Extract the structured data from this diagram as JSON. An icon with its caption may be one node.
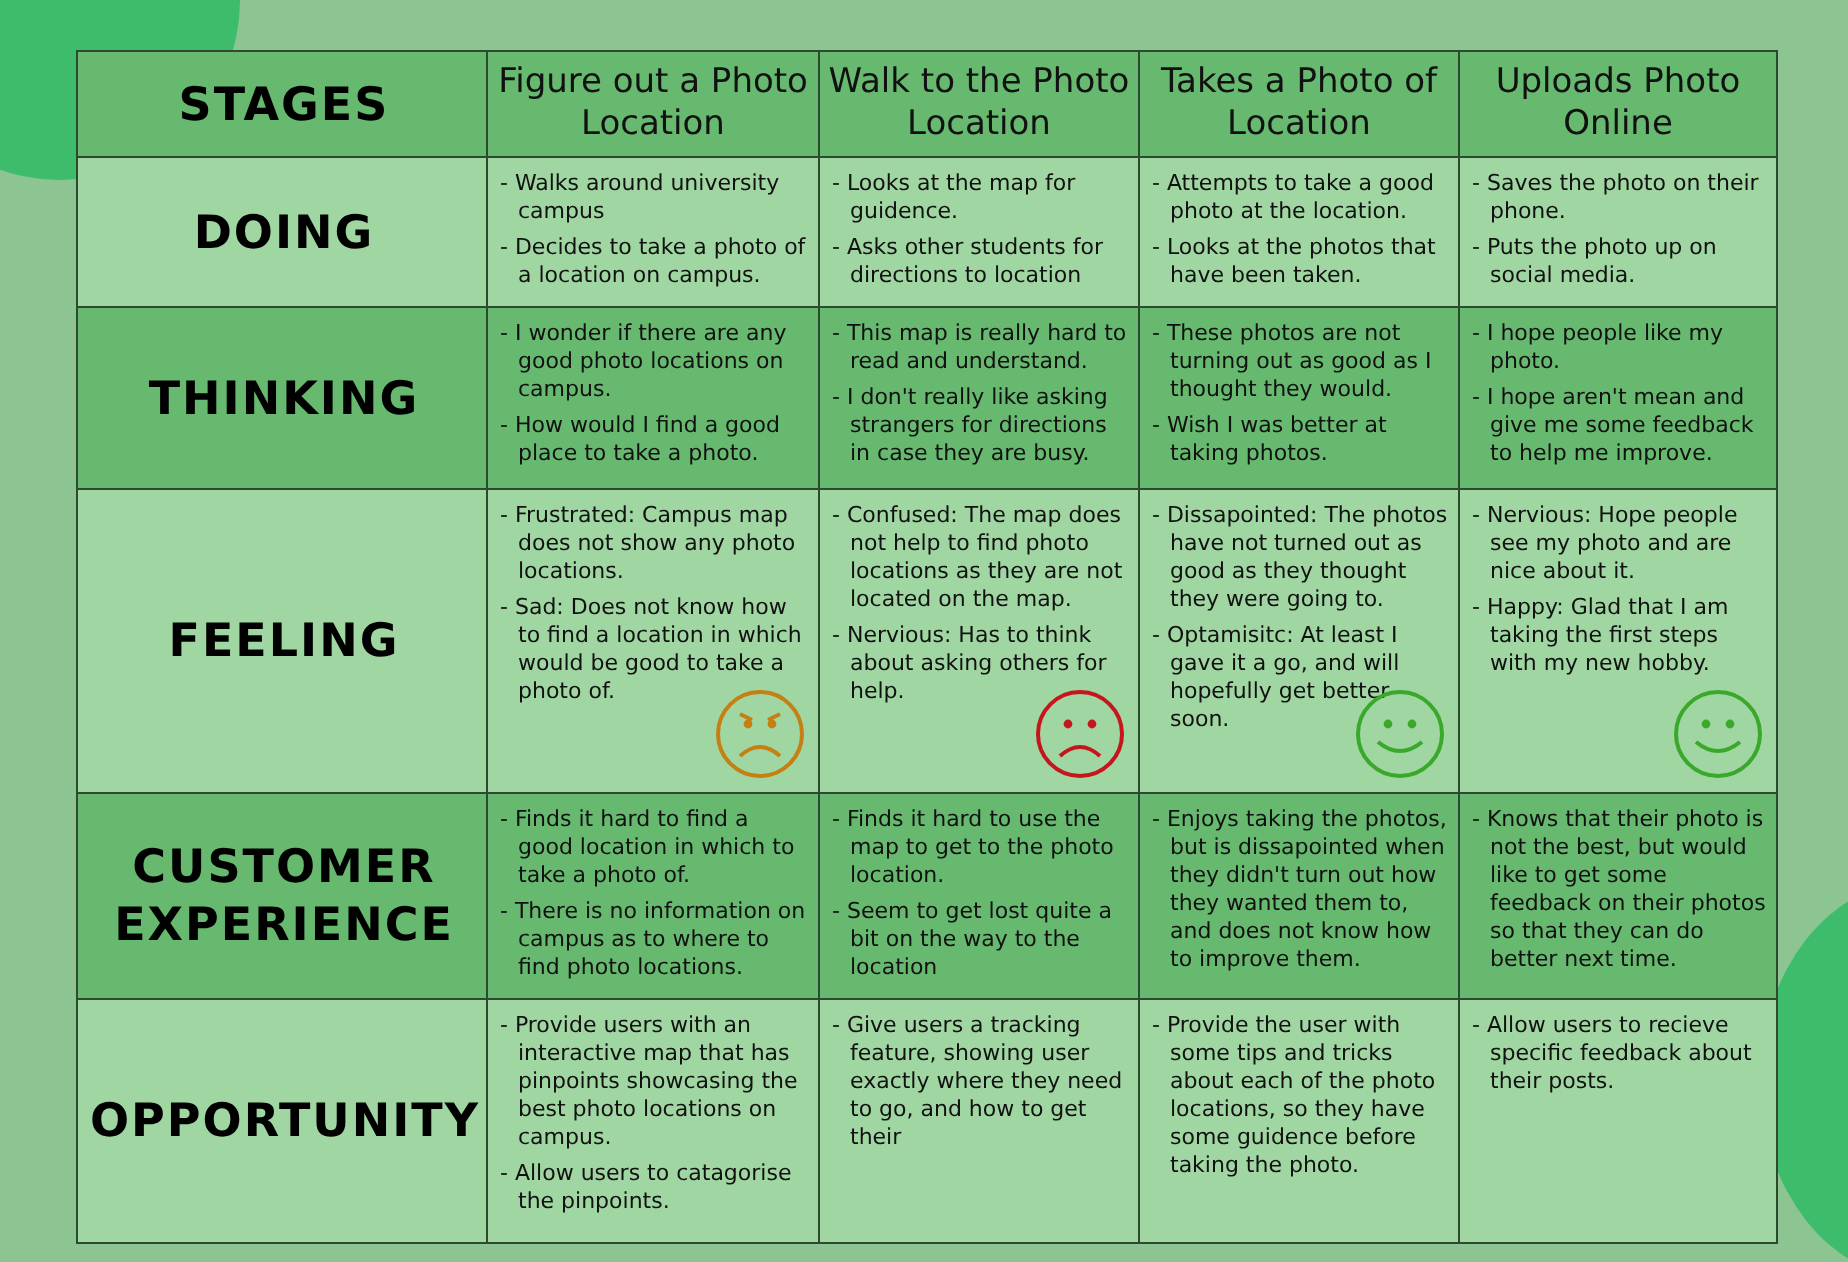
{
  "diagram": {
    "labels": [
      "STAGES",
      "Figure out a Photo Location",
      "Walk to the Photo Location",
      "Takes a Photo of Location",
      "Uploads Photo Online",
      "DOING",
      "- Walks around university campus",
      "- Decides to take a photo of a location on campus.",
      "- Looks at the map for guidence.",
      "- Asks other students for directions to location",
      "- Attempts to take a good photo at the location.",
      "- Looks at the photos that have been taken.",
      "- Saves the photo on their phone.",
      "- Puts the photo up on social media.",
      "THINKING",
      "- I wonder if there are any good photo locations on campus.",
      "- How would I find a good place to take a photo.",
      "- This map is really hard to read and understand.",
      "- I don't really like asking strangers for directions in case they are busy.",
      "- These photos are not turning out as good as I thought they would.",
      "- Wish I was better at taking photos.",
      "- I hope people like my photo.",
      "- I hope aren't mean and give me some feedback to help me improve.",
      "FEELING",
      "- Frustrated: Campus map does not show any photo locations.",
      "- Sad: Does not know how to find a location in which would be good to take a photo of.",
      "- Confused: The map does not help to find photo locations as they are not located on the map.",
      "- Nervious: Has to think about asking others for help.",
      "- Dissapointed: The photos have not turned out as good as they thought they were going to.",
      "- Optamisitc: At least I gave it a go, and will hopefully get better soon.",
      "- Nervious: Hope people see my photo and are nice about it.",
      "- Happy: Glad that I am taking the first steps with my new hobby.",
      "CUSTOMER EXPERIENCE",
      "- Finds it hard to find a good location in which to take a photo of.",
      "- There is no information on campus as to where to find photo locations.",
      "- Finds it hard to use the map to get to the photo location.",
      "- Seem to get lost quite a bit on the way to the location",
      "- Enjoys taking the photos, but is dissapointed when they didn't turn out how they wanted them to, and does not know how to improve them.",
      "- Knows that their photo is not the best, but would like to get some feedback on their photos so that they can do better next time.",
      "OPPORTUNITY",
      "- Provide users with an interactive map that has pinpoints showcasing the best photo locations on campus.",
      "- Allow users to catagorise the pinpoints.",
      "- Give users a tracking feature, showing user exactly where they need to go, and how to get their",
      "- Provide the user with some tips and tricks about each of the photo locations, so they have some guidence before taking the photo.",
      "- Allow users to recieve specific feedback about their posts."
    ]
  }
}
